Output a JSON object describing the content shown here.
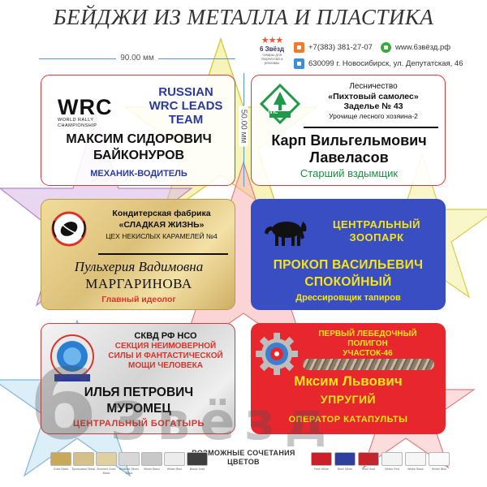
{
  "title": "БЕЙДЖИ ИЗ МЕТАЛЛА И ПЛАСТИКА",
  "logo": {
    "stars": "★★★",
    "name": "6 Звёзд",
    "tagline": "товары для творчества и рекламы",
    "icon": "star-cluster-logo"
  },
  "contacts": {
    "phone": "+7(383) 381-27-07",
    "website": "www.6звёзд.рф",
    "address": "630099 г. Новосибирск, ул. Депутатская, 46",
    "icons": [
      "phone-icon",
      "whatsapp-icon",
      "home-icon"
    ]
  },
  "dimensions": {
    "width": "90.00 мм",
    "height": "50.00 мм"
  },
  "badges": [
    {
      "id": "wrc",
      "logo": {
        "mark": "WRC",
        "sub": "WORLD RALLY CHAMPIONSHIP"
      },
      "head": [
        "RUSSIAN",
        "WRC LEADS",
        "TEAM"
      ],
      "name1": "МАКСИМ СИДОРОВИЧ",
      "name2": "БАЙКОНУРОВ",
      "role": "МЕХАНИК-ВОДИТЕЛЬ",
      "material": "white"
    },
    {
      "id": "forest",
      "logo": {
        "text": "ЛПС"
      },
      "head": [
        "Лесничество",
        "«Пихтовый самолес»",
        "Заделье № 43",
        "Урочище лесного хозяина-2"
      ],
      "name1": "Карп Вильгельмович",
      "name2": "Лавеласов",
      "role": "Старший вздымщик",
      "material": "white"
    },
    {
      "id": "candy",
      "head": [
        "Кондитерская фабрика",
        "«СЛАДКАЯ ЖИЗНЬ»",
        "ЦЕХ НЕКИСЛЫХ КАРАМЕЛЕЙ №4"
      ],
      "name1": "Пульхерия Вадимовна",
      "name2": "МАРГАРИНОВА",
      "role": "Главный идеолог",
      "material": "gold"
    },
    {
      "id": "zoo",
      "head": [
        "ЦЕНТРАЛЬНЫЙ",
        "ЗООПАРК"
      ],
      "name1": "ПРОКОП ВАСИЛЬЕВИЧ",
      "name2": "СПОКОЙНЫЙ",
      "role": "Дрессировщик тапиров",
      "material": "blue"
    },
    {
      "id": "skvd",
      "head": [
        "СКВД РФ НСО",
        "СЕКЦИЯ НЕИМОВЕРНОЙ",
        "СИЛЫ И ФАНТАСТИЧЕСКОЙ",
        "МОЩИ ЧЕЛОВЕКА"
      ],
      "name1": "ИЛЬЯ ПЕТРОВИЧ",
      "name2": "МУРОМЕЦ",
      "role": "ЦЕНТРАЛЬНЫЙ БОГАТЫРЬ",
      "material": "silver"
    },
    {
      "id": "polygon",
      "head": [
        "ПЕРВЫЙ ЛЕБЕДОЧНЫЙ",
        "ПОЛИГОН",
        "УЧАСТОК-46"
      ],
      "name1": "Мксим Львович",
      "name2": "УПРУГИЙ",
      "role": "ОПЕРАТОР КАТАПУЛЬТЫ",
      "material": "red"
    }
  ],
  "watermark": {
    "num": "6",
    "word": "Звёзд"
  },
  "combinations": {
    "label1": "ВОЗМОЖНЫЕ СОЧЕТАНИЯ",
    "label2": "ЦВЕТОВ",
    "left": [
      {
        "color": "#c9a85a",
        "caption": "Gold/ Black"
      },
      {
        "color": "#d6c089",
        "caption": "Бронзовое/ Black"
      },
      {
        "color": "#e0cfa0",
        "caption": "Brushed Gold/ Black"
      },
      {
        "color": "#d7d7d7",
        "caption": "Brushed Silver/ Black"
      },
      {
        "color": "#c8c8c8",
        "caption": "Silver/ Black"
      },
      {
        "color": "#ececec",
        "caption": "White/ Blue"
      },
      {
        "color": "#3e3e3e",
        "caption": "Black/ Gold"
      }
    ],
    "right": [
      {
        "color": "#cc1f2a",
        "caption": "Red/ White"
      },
      {
        "color": "#2f3f9e",
        "caption": "Blue/ White"
      },
      {
        "color": "#c4242c",
        "caption": "Red/ Gold"
      },
      {
        "color": "#f3f3f3",
        "caption": "White/ Red"
      },
      {
        "color": "#f6f6f6",
        "caption": "White/ Black"
      },
      {
        "color": "#fafafa",
        "caption": "White/ Blue"
      }
    ]
  },
  "colors": {
    "accent_red": "#d63b3b",
    "accent_blue": "#2b3a9e",
    "zoo_blue": "#3a4ec4",
    "yellow": "#f5e514",
    "green": "#1a9040"
  }
}
